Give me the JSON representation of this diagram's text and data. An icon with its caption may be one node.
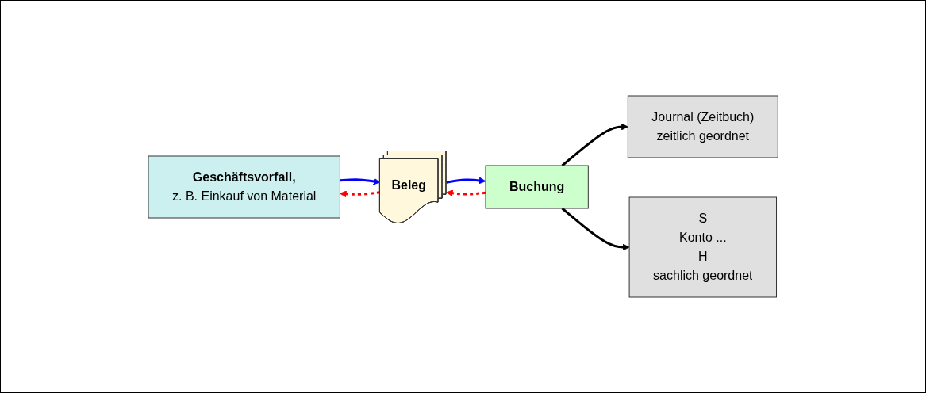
{
  "diagram": {
    "nodes": [
      {
        "text": [
          "Geschäftsvorfall,",
          "z. B. Einkauf von Material"
        ]
      },
      {
        "text": [
          "Beleg"
        ]
      },
      {
        "text": [
          "Buchung"
        ]
      },
      {
        "text": [
          "Journal (Zeitbuch)",
          "zeitlich geordnet"
        ]
      },
      {
        "text": [
          "S",
          "Konto ...",
          "H",
          "sachlich geordnet"
        ]
      }
    ],
    "edges": [
      {
        "from": 1,
        "to": 0,
        "arrow": "to",
        "style": "dashed",
        "color": "#ff0000"
      },
      {
        "from": 0,
        "to": 1,
        "arrow": "to",
        "color": "#0000ff"
      },
      {
        "from": 2,
        "to": 1,
        "arrow": "to",
        "style": "dashed",
        "color": "#ff0000"
      },
      {
        "from": 1,
        "to": 2,
        "arrow": "to",
        "color": "#0000ff"
      },
      {
        "from": 2,
        "to": 3,
        "arrow": "to",
        "color": "#000000"
      },
      {
        "from": 2,
        "to": 4,
        "arrow": "to",
        "color": "#000000"
      }
    ]
  }
}
